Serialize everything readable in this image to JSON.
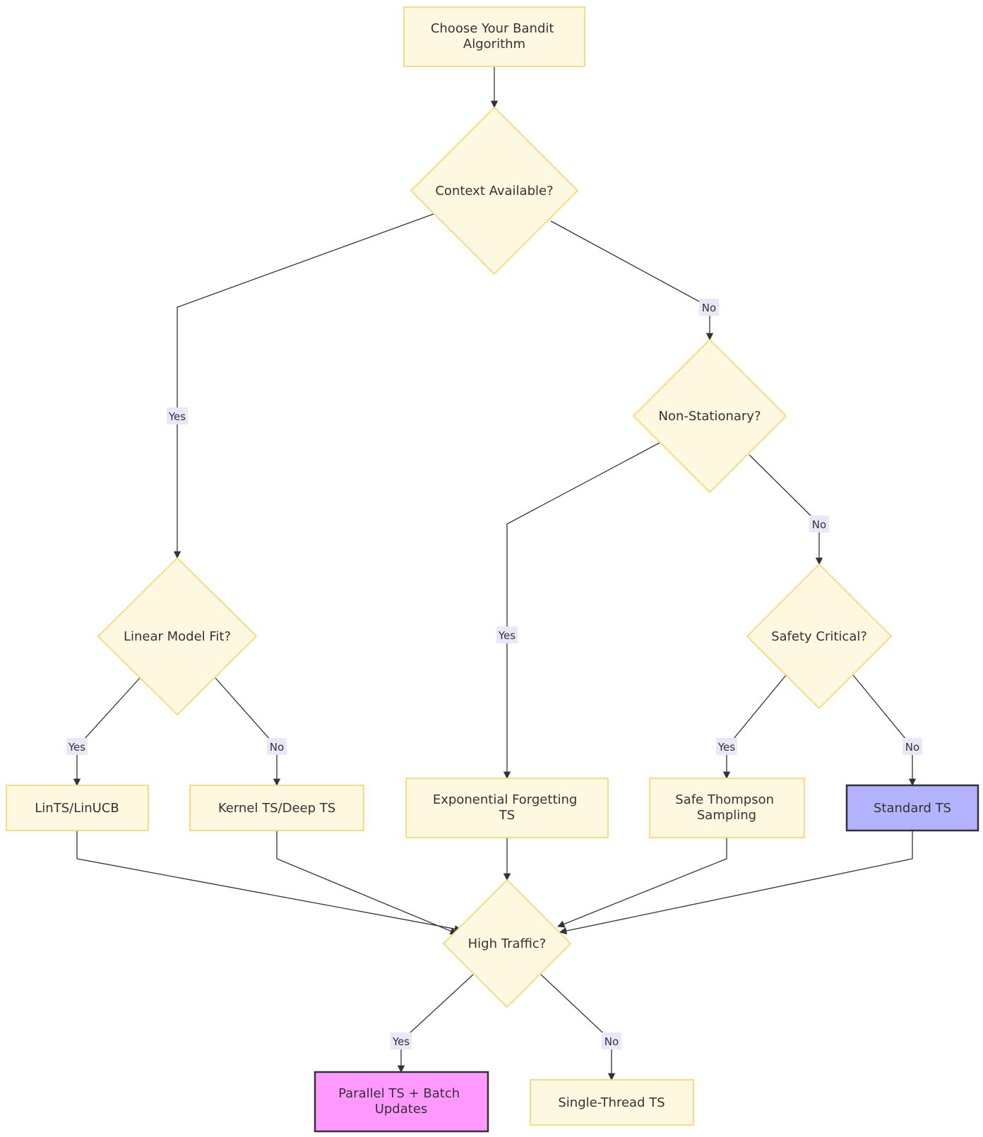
{
  "colors": {
    "node_fill": "#fff8e1",
    "node_stroke": "#f4d35e",
    "edge": "#333333",
    "label_bg": "#e8e8fa",
    "standard_fill": "#b3b3ff",
    "standard_stroke": "#333333",
    "parallel_fill": "#ff99ff",
    "parallel_stroke": "#333333"
  },
  "nodes": {
    "start": {
      "lines": [
        "Choose Your Bandit",
        "Algorithm"
      ]
    },
    "context": {
      "lines": [
        "Context Available?"
      ]
    },
    "non_stationary": {
      "lines": [
        "Non-Stationary?"
      ]
    },
    "linear": {
      "lines": [
        "Linear Model Fit?"
      ]
    },
    "safety": {
      "lines": [
        "Safety Critical?"
      ]
    },
    "lints": {
      "lines": [
        "LinTS/LinUCB"
      ]
    },
    "kernel": {
      "lines": [
        "Kernel TS/Deep TS"
      ]
    },
    "exp_forget": {
      "lines": [
        "Exponential Forgetting",
        "TS"
      ]
    },
    "safe_ts": {
      "lines": [
        "Safe Thompson",
        "Sampling"
      ]
    },
    "standard": {
      "lines": [
        "Standard TS"
      ]
    },
    "traffic": {
      "lines": [
        "High Traffic?"
      ]
    },
    "parallel": {
      "lines": [
        "Parallel TS + Batch",
        "Updates"
      ]
    },
    "single": {
      "lines": [
        "Single-Thread TS"
      ]
    }
  },
  "edge_labels": {
    "context_yes": "Yes",
    "context_no": "No",
    "nonstat_yes": "Yes",
    "nonstat_no": "No",
    "linear_yes": "Yes",
    "linear_no": "No",
    "safety_yes": "Yes",
    "safety_no": "No",
    "traffic_yes": "Yes",
    "traffic_no": "No"
  }
}
